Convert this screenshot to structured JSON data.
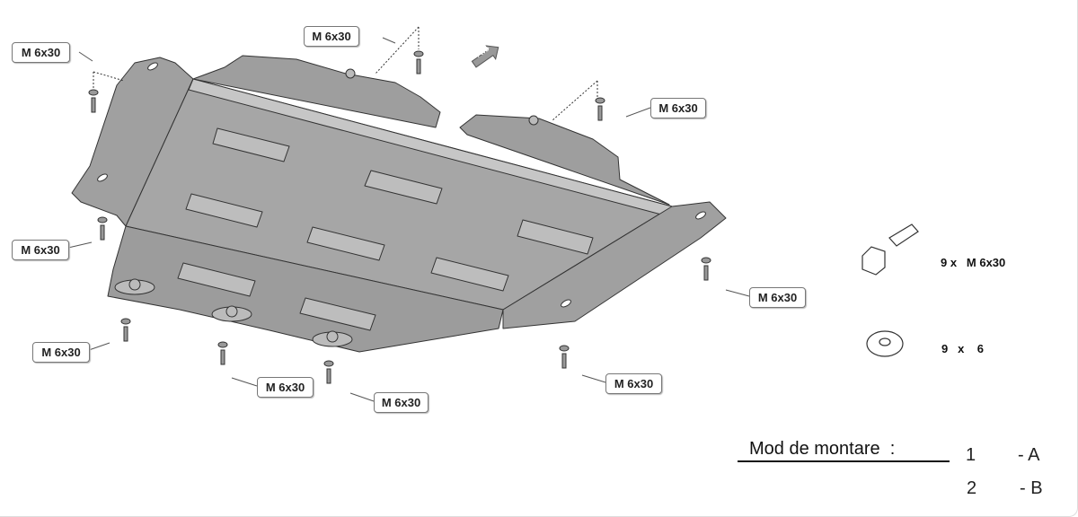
{
  "callouts": [
    "M 6x30",
    "M 6x30",
    "M 6x30",
    "M 6x30",
    "M 6x30",
    "M 6x30",
    "M 6x30",
    "M 6x30",
    "M 6x30"
  ],
  "direction_marker": "FWD",
  "parts": [
    {
      "icon": "hex-bolt-icon",
      "label": "9 x   M 6x30"
    },
    {
      "icon": "washer-icon",
      "label": "9   x    6"
    }
  ],
  "legend": {
    "title": "Mod de montare  :",
    "rows": [
      {
        "num": "1",
        "val": "- A"
      },
      {
        "num": "2",
        "val": "- B"
      }
    ]
  },
  "colors": {
    "plate": "#a3a3a3",
    "plate_light": "#c4c4c4",
    "outline": "#333333"
  }
}
